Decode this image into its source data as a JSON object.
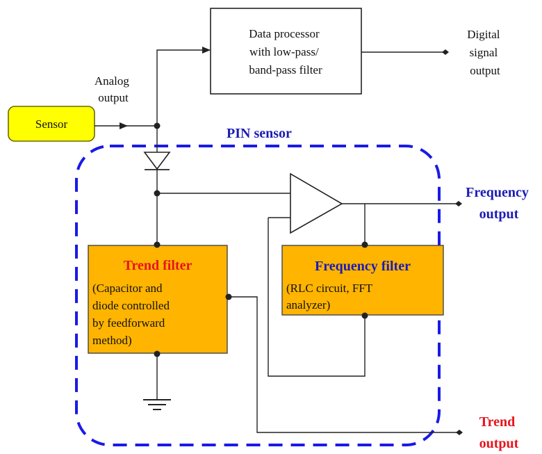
{
  "sensor": {
    "label": "Sensor"
  },
  "processor": {
    "lines": [
      "Data processor",
      "with low-pass/",
      "band-pass filter"
    ]
  },
  "analog_output": {
    "lines": [
      "Analog",
      "output"
    ]
  },
  "digital_output": {
    "lines": [
      "Digital",
      "signal",
      "output"
    ]
  },
  "pin_sensor": {
    "label": "PIN sensor"
  },
  "frequency_output": {
    "lines": [
      "Frequency",
      "output"
    ]
  },
  "trend_output": {
    "lines": [
      "Trend",
      "output"
    ]
  },
  "trend_filter": {
    "title": "Trend filter",
    "lines": [
      "(Capacitor and",
      "diode controlled",
      "by feedforward",
      "method)"
    ]
  },
  "frequency_filter": {
    "title": "Frequency filter",
    "lines": [
      "(RLC circuit, FFT",
      "analyzer)"
    ]
  },
  "colors": {
    "sensor_fill": "#ffff00",
    "sensor_border": "#6a6a00",
    "filter_fill": "#ffb400",
    "pin_border": "#1a1ae6",
    "trend_red": "#e8141c",
    "freq_blue": "#1c1cb4"
  }
}
